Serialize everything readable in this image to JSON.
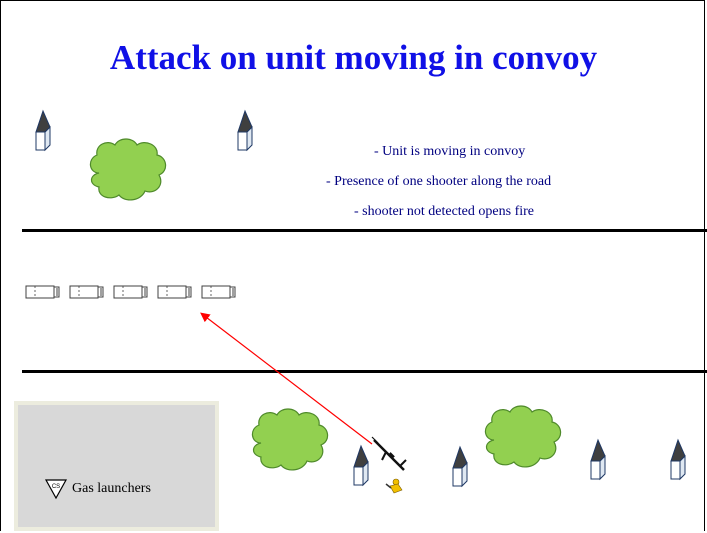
{
  "title": "Attack on unit moving in convoy",
  "bullets": [
    "-   Unit is moving  in convoy",
    "-   Presence of one shooter along  the road",
    "-    shooter not detected opens fire"
  ],
  "legend": {
    "label": "Gas launchers",
    "icon": "gas-launcher-triangle"
  },
  "icons": {
    "house": "house-icon",
    "bush": "bush-icon",
    "vehicle": "vehicle-icon",
    "shooter": "shooter-icon",
    "rifle": "rifle-icon"
  },
  "colors": {
    "title": "#1010e6",
    "bullets": "#000080",
    "bush_fill": "#92d050",
    "bush_stroke": "#4f8a2b",
    "arrow": "#ff0000",
    "road": "#000000",
    "legend_bg": "#d8d8d8"
  }
}
